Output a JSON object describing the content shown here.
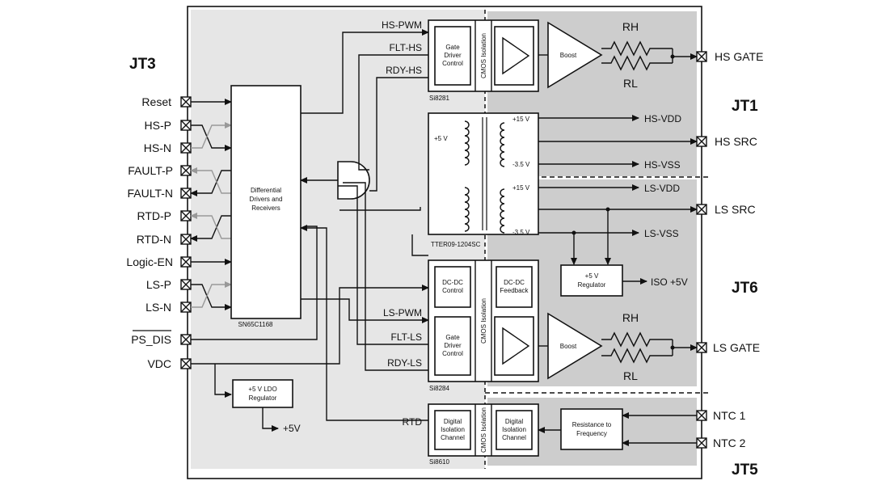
{
  "headers": {
    "jt3": "JT3",
    "jt1": "JT1",
    "jt6": "JT6",
    "jt5": "JT5"
  },
  "left_pins": [
    "Reset",
    "HS-P",
    "HS-N",
    "FAULT-P",
    "FAULT-N",
    "RTD-P",
    "RTD-N",
    "Logic-EN",
    "LS-P",
    "LS-N",
    "PS_DIS",
    "VDC"
  ],
  "right_pins": {
    "hs_gate": "HS GATE",
    "hs_src": "HS SRC",
    "ls_src": "LS SRC",
    "ls_gate": "LS GATE",
    "ntc1": "NTC 1",
    "ntc2": "NTC 2"
  },
  "signals": {
    "hs_pwm": "HS-PWM",
    "flt_hs": "FLT-HS",
    "rdy_hs": "RDY-HS",
    "ls_pwm": "LS-PWM",
    "flt_ls": "FLT-LS",
    "rdy_ls": "RDY-LS",
    "rtd": "RTD",
    "hs_vdd": "HS-VDD",
    "hs_vss": "HS-VSS",
    "ls_vdd": "LS-VDD",
    "ls_vss": "LS-VSS",
    "iso5v": "ISO +5V",
    "plus5v": "+5V"
  },
  "blocks": {
    "diff": [
      "Differential",
      "Drivers and",
      "Receivers"
    ],
    "diff_part": "SN65C1168",
    "gdc": [
      "Gate",
      "Driver",
      "Control"
    ],
    "dcdc": [
      "DC-DC",
      "Control"
    ],
    "dcdc_fb": [
      "DC-DC",
      "Feedback"
    ],
    "boost": "Boost",
    "cmos": "CMOS Isolation",
    "si8281": "Si8281",
    "si8284": "Si8284",
    "si8610": "Si8610",
    "tter": "TTER09-1204SC",
    "tx_in": "+5 V",
    "tx_p15": "+15 V",
    "tx_m35": "-3.5 V",
    "reg5": [
      "+5 V",
      "Regulator"
    ],
    "ldo": [
      "+5 V LDO",
      "Regulator"
    ],
    "dig": [
      "Digital",
      "Isolation",
      "Channel"
    ],
    "res2freq": [
      "Resistance to",
      "Frequency"
    ],
    "rh": "RH",
    "rl": "RL"
  }
}
